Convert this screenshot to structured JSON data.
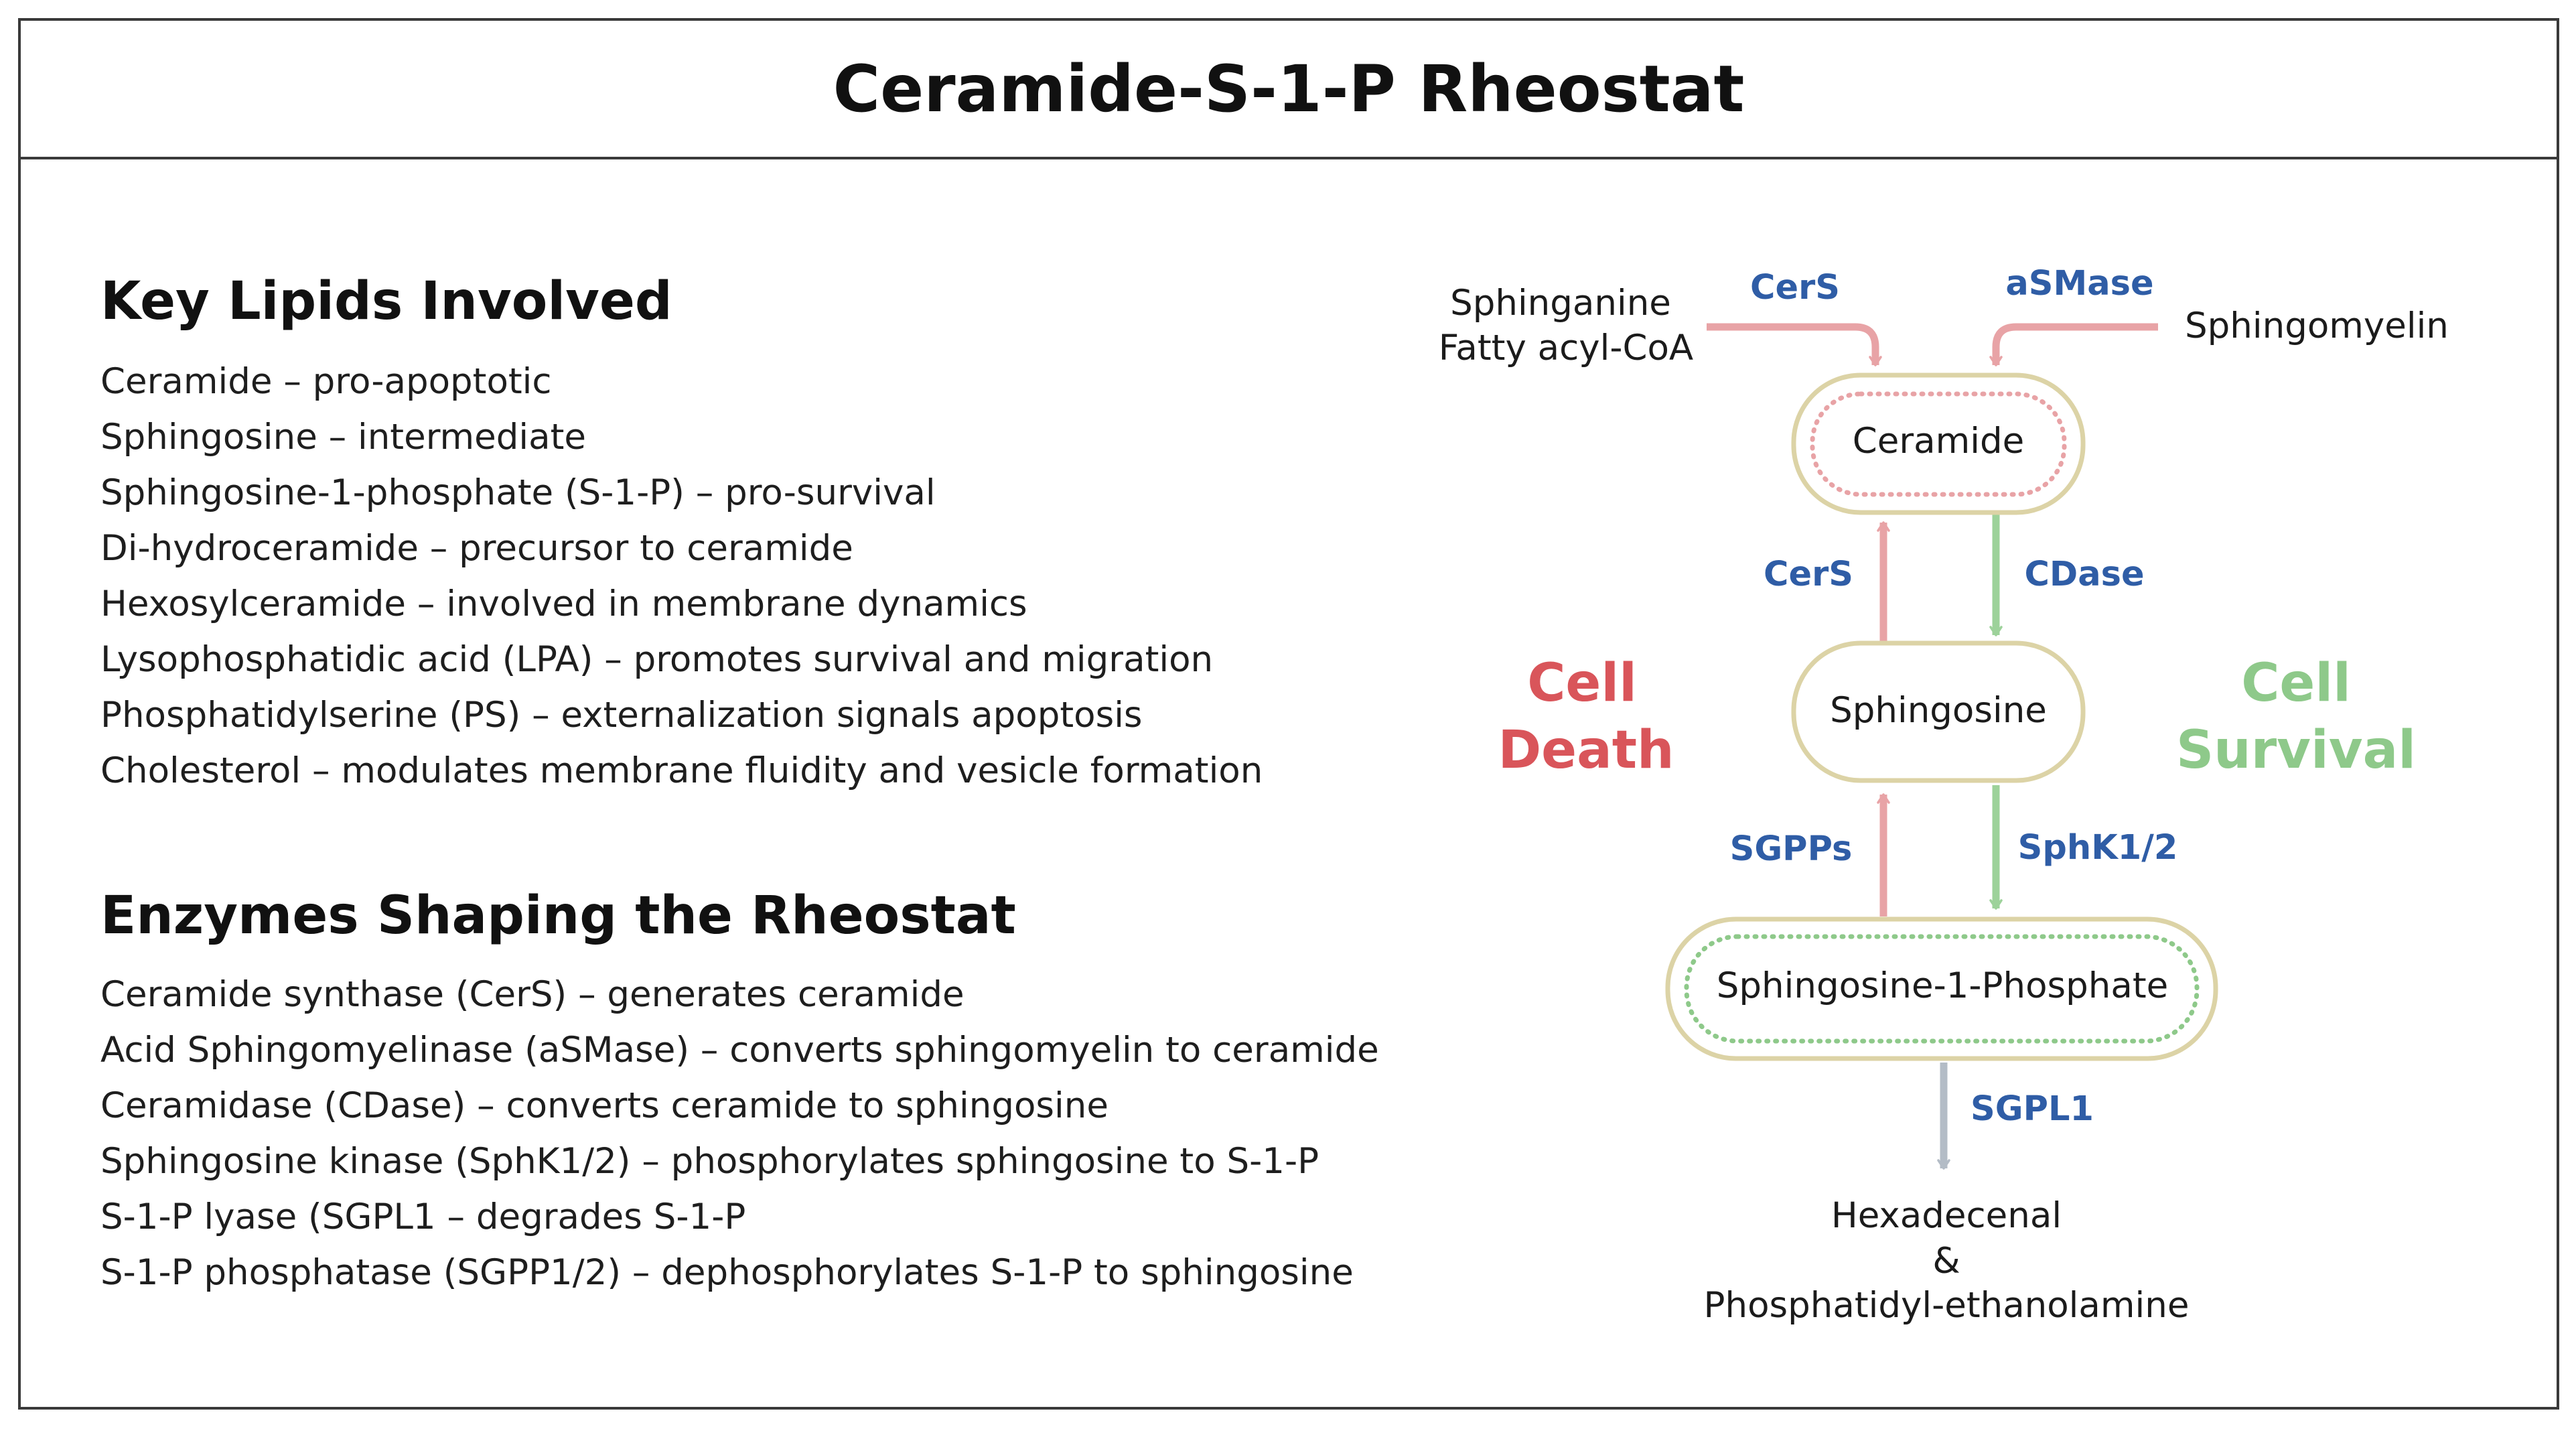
{
  "title": "Ceramide-S-1-P Rheostat",
  "lipids": {
    "heading": "Key Lipids Involved",
    "items": [
      "Ceramide – pro-apoptotic",
      "Sphingosine – intermediate",
      "Sphingosine-1-phosphate (S-1-P) – pro-survival",
      "Di-hydroceramide – precursor to ceramide",
      "Hexosylceramide – involved in membrane dynamics",
      "Lysophosphatidic acid (LPA) – promotes survival and migration",
      "Phosphatidylserine (PS) – externalization signals apoptosis",
      "Cholesterol – modulates membrane fluidity and vesicle formation"
    ]
  },
  "enzymes": {
    "heading": "Enzymes Shaping the Rheostat",
    "items": [
      "Ceramide synthase (CerS) – generates ceramide",
      "Acid Sphingomyelinase (aSMase) – converts sphingomyelin to ceramide",
      "Ceramidase (CDase) – converts ceramide to sphingosine",
      "Sphingosine kinase (SphK1/2) – phosphorylates sphingosine to S-1-P",
      "S-1-P lyase (SGPL1 – degrades S-1-P",
      "S-1-P phosphatase (SGPP1/2) – dephosphorylates S-1-P to sphingosine"
    ]
  },
  "diagram": {
    "inputs": {
      "left_line1": "Sphinganine",
      "left_line2": "Fatty acyl-CoA",
      "right": "Sphingomyelin"
    },
    "nodes": {
      "ceramide": "Ceramide",
      "sphingosine": "Sphingosine",
      "s1p": "Sphingosine-1-Phosphate"
    },
    "enzymes": {
      "cers_top": "CerS",
      "asmase": "aSMase",
      "cers_mid": "CerS",
      "cdase": "CDase",
      "sgpps": "SGPPs",
      "sphk": "SphK1/2",
      "sgpl1": "SGPL1"
    },
    "outcomes": {
      "death_line1": "Cell",
      "death_line2": "Death",
      "survival_line1": "Cell",
      "survival_line2": "Survival"
    },
    "products": {
      "line1": "Hexadecenal",
      "line2": "&",
      "line3": "Phosphatidyl-ethanolamine"
    }
  },
  "colors": {
    "death": "#d9555a",
    "survival": "#8ec98a",
    "enzyme_label": "#2f5da6",
    "arrow_red": "#e8a3a6",
    "arrow_green": "#9dd29a",
    "arrow_gray": "#b3bcc6",
    "node_border": "#dcd3a6",
    "ceramide_dots": "#e8a3a6",
    "s1p_dots": "#8ec98a"
  }
}
